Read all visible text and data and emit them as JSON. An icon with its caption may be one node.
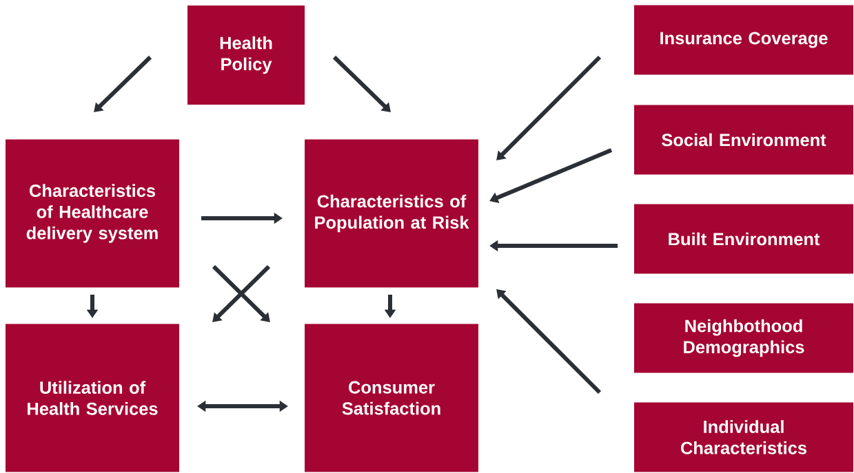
{
  "diagram": {
    "nodes": [
      {
        "text": [
          "Health Policy"
        ]
      },
      {
        "text": [
          "Insurance Coverage"
        ]
      },
      {
        "text": [
          "Characteristics of Healthcare delivery system"
        ]
      },
      {
        "text": [
          "Characteristics of Population at Risk"
        ]
      },
      {
        "text": [
          "Social Environment"
        ]
      },
      {
        "text": [
          "Built Environment"
        ]
      },
      {
        "text": [
          "Neighbothood Demographics"
        ]
      },
      {
        "text": [
          "Utilization of Health Services"
        ]
      },
      {
        "text": [
          "Consumer Satisfaction"
        ]
      },
      {
        "text": [
          "Individual Characteristics"
        ]
      }
    ],
    "edges": [
      {
        "from": 0,
        "to": 2,
        "arrow": "to"
      },
      {
        "from": 0,
        "to": 3,
        "arrow": "to"
      },
      {
        "from": 1,
        "to": 3,
        "arrow": "to"
      },
      {
        "from": 4,
        "to": 3,
        "arrow": "to"
      },
      {
        "from": 5,
        "to": 3,
        "arrow": "to"
      },
      {
        "from": 9,
        "to": 3,
        "arrow": "to"
      },
      {
        "from": 2,
        "to": 3,
        "arrow": "to"
      },
      {
        "from": 2,
        "to": 7,
        "arrow": "to"
      },
      {
        "from": 3,
        "to": 8,
        "arrow": "to"
      },
      {
        "from": 2,
        "to": 8,
        "arrow": "to"
      },
      {
        "from": 3,
        "to": 7,
        "arrow": "to"
      },
      {
        "from": 7,
        "to": 8,
        "arrow": "both"
      }
    ]
  }
}
